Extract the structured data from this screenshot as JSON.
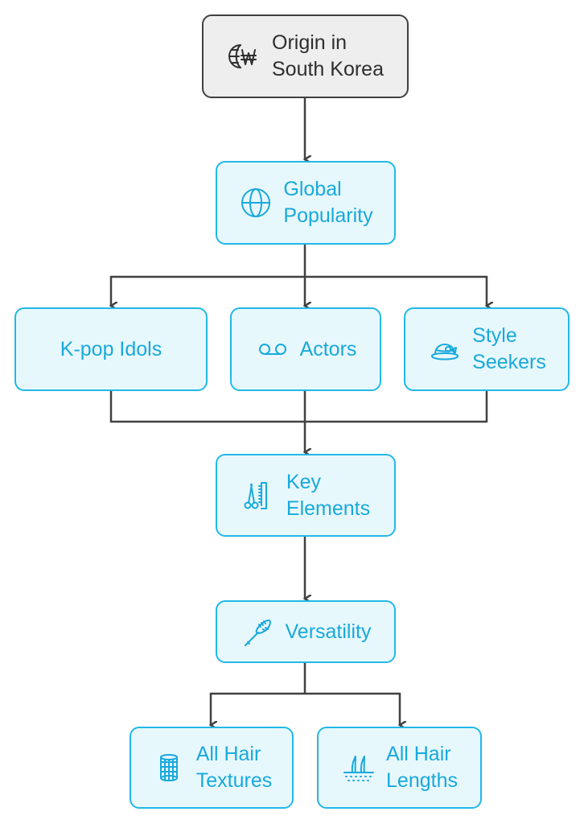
{
  "nodes": {
    "origin": {
      "label": "Origin in\nSouth Korea",
      "icon": "globe-won-icon"
    },
    "global": {
      "label": "Global\nPopularity",
      "icon": "globe-icon"
    },
    "kpop": {
      "label": "K-pop Idols",
      "icon": ""
    },
    "actors": {
      "label": "Actors",
      "icon": "voicemail-icon"
    },
    "style": {
      "label": "Style\nSeekers",
      "icon": "hat-icon"
    },
    "key": {
      "label": "Key\nElements",
      "icon": "scissors-comb-icon"
    },
    "versatility": {
      "label": "Versatility",
      "icon": "hairbrush-icon"
    },
    "textures": {
      "label": "All Hair\nTextures",
      "icon": "hair-roller-icon"
    },
    "lengths": {
      "label": "All Hair\nLengths",
      "icon": "hair-strands-icon"
    }
  },
  "colors": {
    "accent": "#18a9dc",
    "node_fill": "#e7f8fd",
    "node_border": "#22b8e8",
    "origin_fill": "#eeeeee",
    "origin_border": "#404040",
    "connector": "#404040"
  }
}
